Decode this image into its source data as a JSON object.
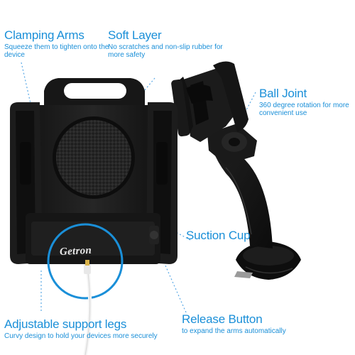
{
  "brand": "Getron",
  "accent_color": "#1a8fd8",
  "callouts": {
    "clamping_arms": {
      "title": "Clamping Arms",
      "desc": "Squeeze them to tighten onto the device"
    },
    "soft_layer": {
      "title": "Soft Layer",
      "desc": "No scratches and non-slip rubber for more safety"
    },
    "ball_joint": {
      "title": "Ball Joint",
      "desc": "360 degree rotation for more convenient use"
    },
    "suction_cup": {
      "title": "Suction Cup",
      "desc": ""
    },
    "support_legs": {
      "title": "Adjustable support legs",
      "desc": "Curvy design to hold your devices more securely"
    },
    "release_button": {
      "title": "Release Button",
      "desc": "to expand the arms automatically"
    }
  }
}
